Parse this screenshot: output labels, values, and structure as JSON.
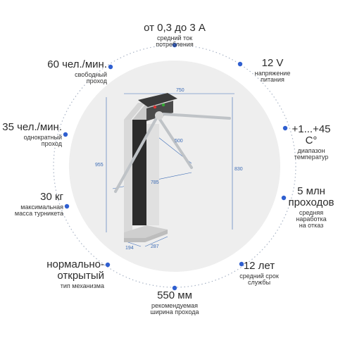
{
  "colors": {
    "dot": "#2f5fd0",
    "ring": "#a9b4c6",
    "disc": "#eeeeee",
    "dimension": "#3b6bb5"
  },
  "specs": {
    "current": {
      "value": "от 0,3 до 3 А",
      "line1": "средний ток",
      "line2": "потребления"
    },
    "voltage": {
      "value": "12 V",
      "line1": "напряжение",
      "line2": "питания"
    },
    "temperature": {
      "value": "+1...+45 C°",
      "line1": "диапазон",
      "line2": "температур"
    },
    "cycles": {
      "value1": "5 млн",
      "value2": "проходов",
      "line1": "средняя",
      "line2": "наработка",
      "line3": "на отказ"
    },
    "lifetime": {
      "value": "12 лет",
      "line1": "средний срок",
      "line2": "службы"
    },
    "width": {
      "value": "550 мм",
      "line1": "рекомендуемая",
      "line2": "ширина прохода"
    },
    "mechanism": {
      "value1": "нормально-",
      "value2": "открытый",
      "line1": "тип механизма"
    },
    "weight": {
      "value": "30 кг",
      "line1": "максимальная",
      "line2": "масса турникета"
    },
    "single": {
      "value": "35 чел./мин.",
      "line1": "однократный",
      "line2": "проход"
    },
    "free": {
      "value": "60 чел./мин.",
      "line1": "свободный",
      "line2": "проход"
    }
  },
  "dimensions": {
    "d750": "750",
    "d500": "500",
    "d955": "955",
    "d830": "830",
    "d785": "785",
    "d194": "194",
    "d287": "287"
  }
}
